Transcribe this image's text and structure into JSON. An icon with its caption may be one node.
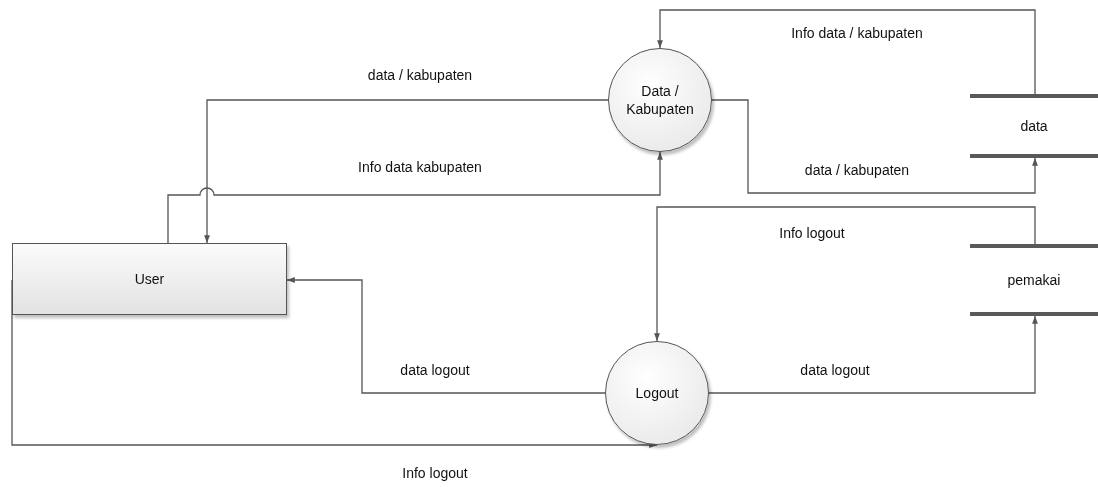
{
  "diagram": {
    "nodes": [
      {
        "text": [
          "Data / Kabupaten"
        ]
      },
      {
        "text": [
          "data"
        ]
      },
      {
        "text": [
          "User"
        ]
      },
      {
        "text": [
          "pemakai"
        ]
      },
      {
        "text": [
          "Logout"
        ]
      }
    ],
    "edges": [
      {
        "from": 0,
        "to": 2,
        "arrow": "to",
        "label": "data / kabupaten"
      },
      {
        "from": 2,
        "to": 0,
        "arrow": "to",
        "label": "Info data kabupaten"
      },
      {
        "from": 1,
        "to": 0,
        "arrow": "to",
        "label": "Info data / kabupaten"
      },
      {
        "from": 0,
        "to": 1,
        "arrow": "to",
        "label": "data / kabupaten"
      },
      {
        "from": 3,
        "to": 4,
        "arrow": "to",
        "label": "Info logout"
      },
      {
        "from": 4,
        "to": 2,
        "arrow": "to",
        "label": "data logout"
      },
      {
        "from": 4,
        "to": 3,
        "arrow": "to",
        "label": "data logout"
      },
      {
        "from": 2,
        "to": 4,
        "arrow": "to",
        "label": "Info logout"
      }
    ]
  }
}
